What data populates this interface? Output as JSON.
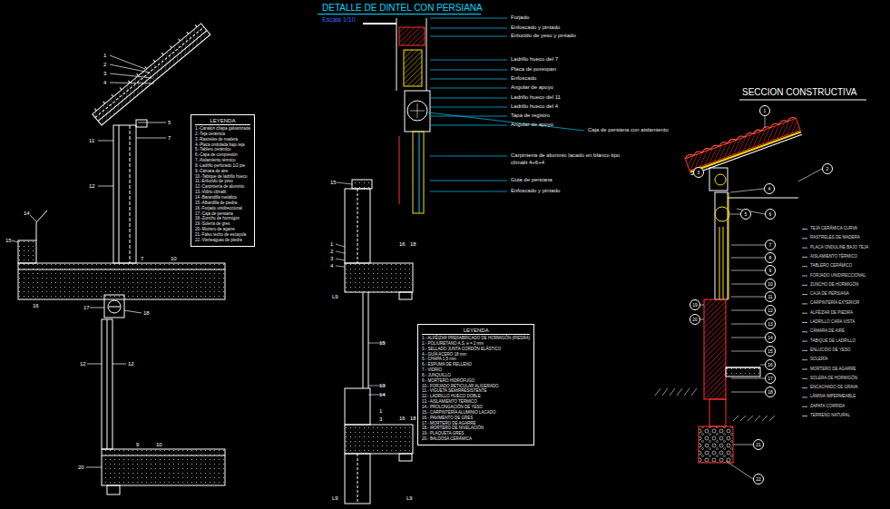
{
  "diagram": {
    "title": "DETALLE DE DINTEL CON PERSIANA",
    "nodes": [
      {
        "text": [
          "LEYENDA",
          "1.-Canalón chapa galvanizada",
          "2.-Teja cerámica",
          "3.-Rastreles de madera",
          "4.-Placa ondulada bajo teja",
          "5.-Tablero cerámico",
          "6.-Capa de compresión",
          "7.-Aislamiento térmico",
          "8.-Ladrillo perforado 1/2 pie",
          "9.-Cámara de aire",
          "10.-Tabique de ladrillo hueco",
          "11.-Enlucido de yeso",
          "12.-Carpintería de aluminio",
          "13.-Vidrio climalit",
          "14.-Barandilla metálica",
          "15.-Albardilla de piedra",
          "16.-Forjado unidireccional",
          "17.-Caja de persiana",
          "18.-Zuncho de hormigón",
          "19.-Solería de gres",
          "20.-Mortero de agarre",
          "21.-Falso techo de escayola",
          "22.-Vierteaguas de piedra"
        ]
      },
      {
        "text": [
          "LEYENDA",
          "1.- ALFÉIZAR PREFABRICADO DE HORMIGÓN (PIEDRA)",
          "2.- POLIURETANO A.S. e = 2 mm",
          "3.- SELLADO JUNTA CORDÓN ELÁSTICO",
          "4.- GUÍA ACERO 18 mm",
          "5.- CHAPA 1,5 mm",
          "6.- ESPUMA DE RELLENO",
          "7.- VIDRIO",
          "8.- JUNQUILLO",
          "9.- MORTERO HIDRÓFUGO",
          "10.- FORJADO RETICULAR ALIGERADO",
          "11.- VIGUETA SEMIRRESISTENTE",
          "12.- LADRILLO HUECO DOBLE",
          "13.- AISLAMIENTO TÉRMICO",
          "14.- PROLONGACIÓN DE YESO",
          "15.- CARPINTERÍA ALUMINIO LACADO",
          "16.- PAVIMENTO DE GRES",
          "17.- MORTERO DE AGARRE",
          "18.- MORTERO DE NIVELACIÓN",
          "19.- PLAQUETA GRES",
          "20.- BALDOSA CERÁMICA"
        ]
      },
      {
        "text": [
          "1"
        ]
      },
      {
        "text": [
          "2"
        ]
      },
      {
        "text": [
          "3"
        ]
      },
      {
        "text": [
          "4"
        ]
      },
      {
        "text": [
          "5"
        ]
      },
      {
        "text": [
          "6"
        ]
      },
      {
        "text": [
          "7"
        ]
      },
      {
        "text": [
          "8"
        ]
      },
      {
        "text": [
          "9"
        ]
      },
      {
        "text": [
          "10"
        ]
      },
      {
        "text": [
          "11"
        ]
      },
      {
        "text": [
          "12"
        ]
      },
      {
        "text": [
          "13"
        ]
      },
      {
        "text": [
          "14"
        ]
      },
      {
        "text": [
          "15"
        ]
      },
      {
        "text": [
          "16"
        ]
      },
      {
        "text": [
          "17"
        ]
      },
      {
        "text": [
          "18"
        ]
      },
      {
        "text": [
          "19"
        ]
      },
      {
        "text": [
          "20"
        ]
      },
      {
        "text": [
          "21"
        ]
      },
      {
        "text": [
          "22"
        ]
      }
    ],
    "labels": [
      "Escala 1/10",
      "Forjado",
      "Enfoscado y pintado",
      "Enlucido de yeso y pintado",
      "Ladrillo hueco del 7",
      "Placa de porexpan",
      "Enfoscado",
      "Angular de apoyo",
      "Ladrillo hueco del 11",
      "Ladrillo hueco del 4",
      "Tapa de registro",
      "Angular de apoyo",
      "Caja de persiana con aislamiento",
      "Carpinteria de aluminio lacado en blanco tipo climalit 4+6+4",
      "Guia de persiana",
      "Enfoscado y pintado",
      "SECCION CONSTRUCTIVA",
      "TEJA CERÁMICA CURVA",
      "RASTRELES DE MADERA",
      "PLACA ONDULINE BAJO TEJA",
      "AISLAMIENTO TÉRMICO",
      "TABLERO CERÁMICO",
      "FORJADO UNIDIRECCIONAL",
      "ZUNCHO DE HORMIGÓN",
      "CAJA DE PERSIANA",
      "CARPINTERÍA EXTERIOR",
      "ALFÉIZAR DE PIEDRA",
      "LADRILLO CARA VISTA",
      "CÁMARA DE AIRE",
      "TABIQUE DE LADRILLO",
      "ENLUCIDO DE YESO",
      "SOLERÍA",
      "MORTERO DE AGARRE",
      "SOLERA DE HORMIGÓN",
      "ENCACHADO DE GRAVA",
      "LÁMINA IMPERMEABLE",
      "ZAPATA CORRIDA",
      "TERRENO NATURAL",
      "1",
      "2",
      "3",
      "4",
      "5",
      "7",
      "11",
      "12",
      "14",
      "15",
      "16",
      "17",
      "18",
      "7",
      "10",
      "12",
      "12",
      "9",
      "10",
      "20",
      "15",
      "1",
      "2",
      "3",
      "4",
      "16",
      "18",
      "L9",
      "15",
      "13",
      "14",
      "1",
      "3",
      "16",
      "18",
      "L9",
      "L9"
    ]
  }
}
